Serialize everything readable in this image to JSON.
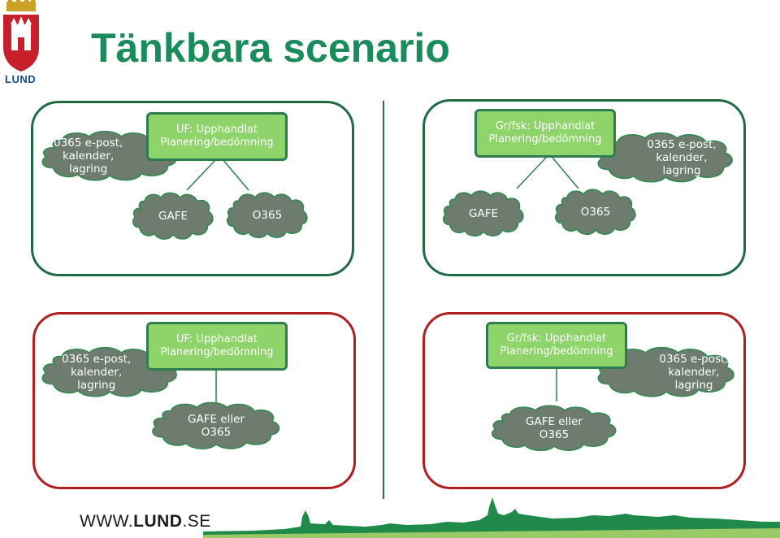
{
  "header": {
    "logo_text": "LUND",
    "title": "Tänkbara scenario"
  },
  "colors": {
    "title": "#1a8c5c",
    "panel_green": "#1f6b45",
    "panel_red": "#b01e1e",
    "box_fill": "#8fd46a",
    "cloud_fill": "#6e7c6f"
  },
  "scenarios": {
    "top_left": {
      "box": "UF: Upphandlat\nPlanering/bedömning",
      "side_cloud": "0365 e-post,\nkalender,\nlagring",
      "cloud_a": "GAFE",
      "cloud_b": "O365"
    },
    "top_right": {
      "box": "Gr/fsk: Upphandlat\nPlanering/bedömning",
      "side_cloud": "0365 e-post,\nkalender,\nlagring",
      "cloud_a": "GAFE",
      "cloud_b": "O365"
    },
    "bottom_left": {
      "box": "UF: Upphandlat\nPlanering/bedömning",
      "side_cloud": "0365 e-post,\nkalender,\nlagring",
      "cloud_a": "GAFE eller\nO365"
    },
    "bottom_right": {
      "box": "Gr/fsk: Upphandlat\nPlanering/bedömning",
      "side_cloud": "0365 e-post,\nkalender,\nlagring",
      "cloud_a": "GAFE eller\nO365"
    }
  },
  "footer": {
    "url_prefix": "WWW.",
    "url_bold": "LUND",
    "url_suffix": ".SE"
  }
}
